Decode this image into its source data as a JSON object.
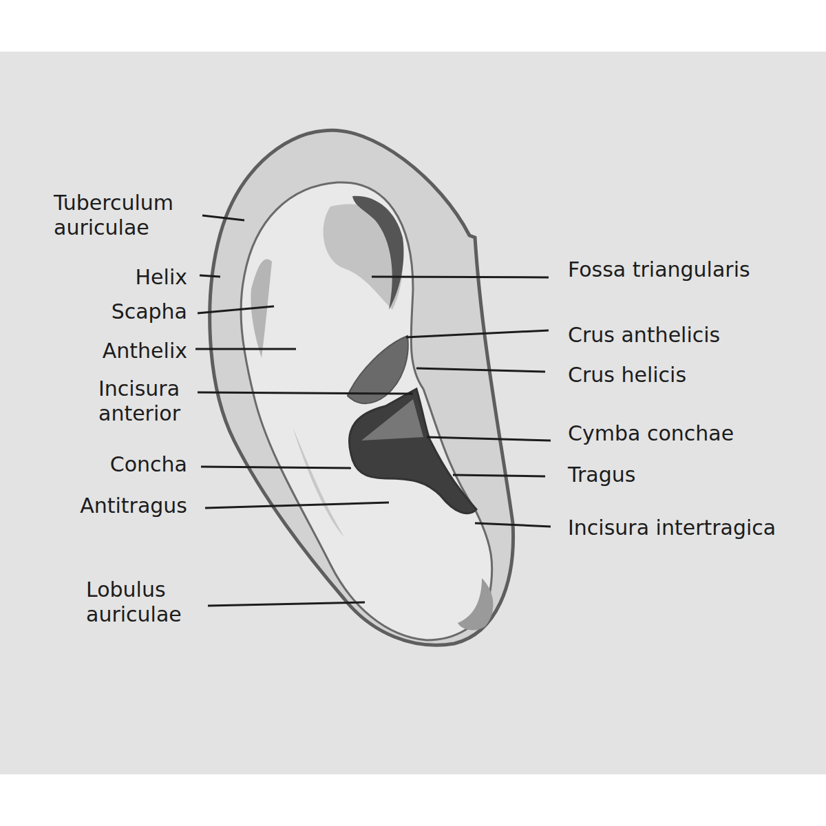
{
  "diagram": {
    "labels": [
      "Tuberculum auriculae",
      "Helix",
      "Scapha",
      "Anthelix",
      "Incisura anterior",
      "Concha",
      "Antitragus",
      "Lobulus auriculae",
      "Fossa triangularis",
      "Crus anthelicis",
      "Crus helicis",
      "Cymba conchae",
      "Tragus",
      "Incisura intertragica"
    ]
  }
}
